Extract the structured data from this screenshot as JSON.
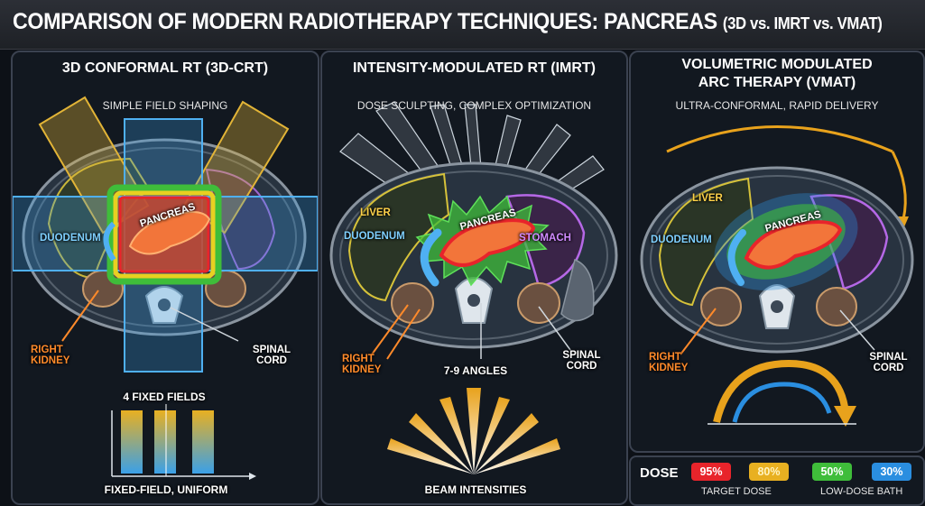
{
  "title": {
    "main": "COMPARISON OF MODERN RADIOTHERAPY TECHNIQUES: PANCREAS",
    "sub": "(3D vs. IMRT vs. VMAT)"
  },
  "panels": [
    {
      "title": "3D CONFORMAL RT (3D-CRT)",
      "subtitle": "SIMPLE FIELD SHAPING",
      "labels": {
        "pancreas": "PANCREAS",
        "duodenum": "DUODENUM",
        "right_kidney": "RIGHT KIDNEY",
        "spinal_cord": "SPINAL CORD"
      },
      "fields_label": "4 FIXED FIELDS",
      "footer": "FIXED-FIELD, UNIFORM"
    },
    {
      "title": "INTENSITY-MODULATED RT (IMRT)",
      "subtitle": "DOSE SCULPTING, COMPLEX OPTIMIZATION",
      "labels": {
        "liver": "LIVER",
        "pancreas": "PANCREAS",
        "duodenum": "DUODENUM",
        "stomach": "STOMACH",
        "right_kidney": "RIGHT KIDNEY",
        "spinal_cord": "SPINAL CORD"
      },
      "angles_label": "7-9 ANGLES",
      "footer": "BEAM INTENSITIES"
    },
    {
      "title_line1": "VOLUMETRIC MODULATED",
      "title_line2": "ARC THERAPY (VMAT)",
      "subtitle": "ULTRA-CONFORMAL, RAPID DELIVERY",
      "labels": {
        "liver": "LIVER",
        "pancreas": "PANCREAS",
        "duodenum": "DUODENUM",
        "right_kidney": "RIGHT KIDNEY",
        "spinal_cord": "SPINAL CORD"
      }
    }
  ],
  "dose_legend": {
    "title": "DOSE",
    "levels": [
      {
        "value": "95%",
        "color": "#e8242b"
      },
      {
        "value": "80%",
        "color": "#e8b021"
      },
      {
        "value": "50%",
        "color": "#3fbd3a"
      },
      {
        "value": "30%",
        "color": "#2a8ee0"
      }
    ],
    "target_label": "TARGET DOSE",
    "bath_label": "LOW-DOSE BATH"
  }
}
